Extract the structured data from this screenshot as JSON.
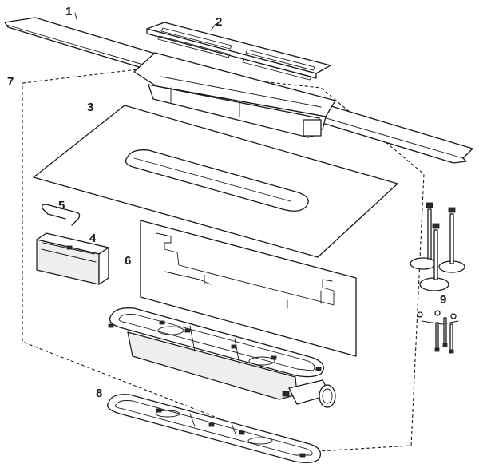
{
  "callouts": {
    "c1": "1",
    "c2": "2",
    "c3": "3",
    "c4": "4",
    "c5": "5",
    "c6": "6",
    "c7": "7",
    "c8": "8",
    "c9": "9"
  },
  "colors": {
    "line": "#1a1a1a",
    "background": "#ffffff",
    "part_fill": "#eeeeee"
  }
}
